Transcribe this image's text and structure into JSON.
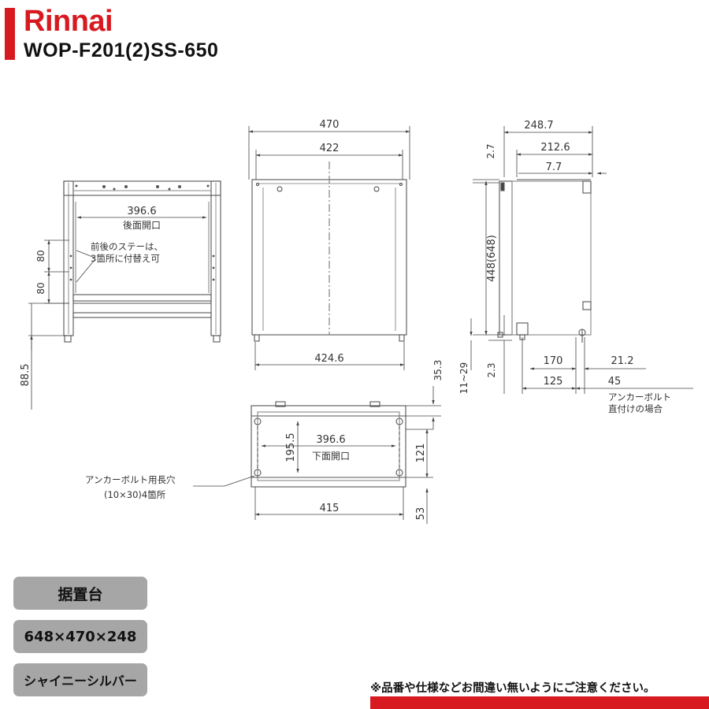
{
  "header": {
    "brand": "Rinnai",
    "model": "WOP-F201(2)SS-650"
  },
  "drawing": {
    "front_left": {
      "rear_opening_width": "396.6",
      "rear_opening_label": "後面開口",
      "note_line1": "前後のステーは、",
      "note_line2": "3箇所に付替え可",
      "dim_80_upper": "80",
      "dim_80_lower": "80",
      "dim_height_base": "88.5"
    },
    "front_center": {
      "width_outer": "470",
      "width_inner": "422",
      "width_bottom": "424.6"
    },
    "side": {
      "depth_total": "248.7",
      "depth_inner": "212.6",
      "offset_small": "7.7",
      "top_offset": "2.7",
      "height": "448(648)",
      "anchor_range": "11~29",
      "dim_2_3": "2.3",
      "dim_170": "170",
      "dim_21_2": "21.2",
      "dim_125": "125",
      "dim_45": "45",
      "anchor_note_line1": "アンカーボルト",
      "anchor_note_line2": "直付けの場合"
    },
    "bottom": {
      "dim_35_3": "35.3",
      "dim_195_5": "195.5",
      "bottom_opening_width": "396.6",
      "bottom_opening_label": "下面開口",
      "dim_121": "121",
      "dim_415": "415",
      "dim_53": "53",
      "anchor_hole_line1": "アンカーボルト用長穴",
      "anchor_hole_line2": "(10×30)4箇所"
    }
  },
  "specs": {
    "category": "据置台",
    "dimensions": "648×470×248",
    "color": "シャイニーシルバー"
  },
  "notice": "※品番や仕様などお間違い無いようにご注意ください。",
  "colors": {
    "brand_red": "#d71920",
    "tag_gray": "#a6a6a6",
    "line": "#444444"
  }
}
